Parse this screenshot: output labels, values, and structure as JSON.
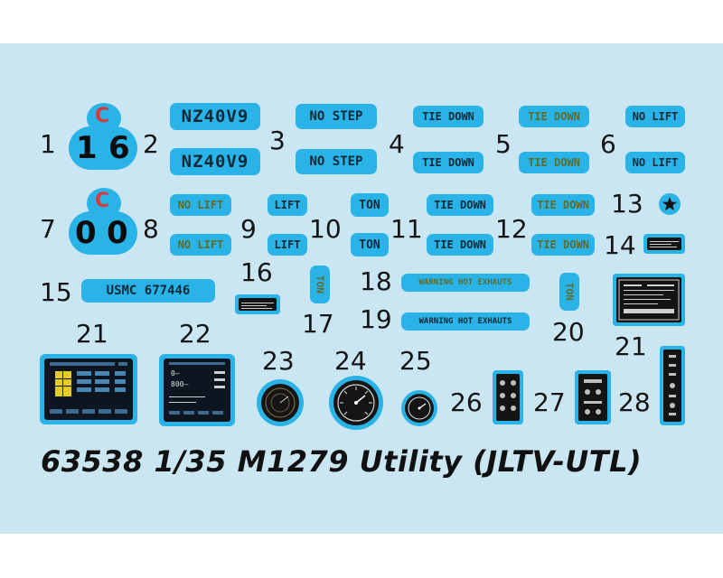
{
  "decal_numbers": [
    "1",
    "2",
    "3",
    "4",
    "5",
    "6",
    "7",
    "8",
    "9",
    "10",
    "11",
    "12",
    "13",
    "14",
    "15",
    "16",
    "17",
    "18",
    "19",
    "20",
    "21",
    "22",
    "23",
    "24",
    "25",
    "26",
    "27",
    "28"
  ],
  "decal_texts": {
    "c_letter": "C",
    "code_16": [
      "1",
      "6"
    ],
    "code_00": [
      "0",
      "0"
    ],
    "plate": "NZ40V9",
    "no_step": "NO STEP",
    "tie_down": "TIE DOWN",
    "no_lift": "NO LIFT",
    "lift": "LIFT",
    "ton": "TON",
    "usmc": "USMC 677446",
    "warning": "WARNING HOT EXHAUTS",
    "screen_22": [
      "0—",
      "800—"
    ]
  },
  "title": "63538 1/35 M1279 Utility (JLTV-UTL)",
  "colors": {
    "background": "#c9e6f2",
    "decal_border": "#2ab3e6",
    "text_dark": "#0d2a38",
    "text_olive": "#5e6b2a",
    "red": "#d83a3a"
  }
}
